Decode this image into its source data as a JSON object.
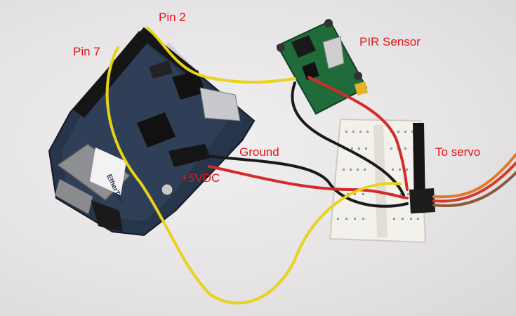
{
  "labels": {
    "pin2": "Pin 2",
    "pin7": "Pin 7",
    "pir_sensor": "PIR Sensor",
    "ground": "Ground",
    "power": "+5VDC",
    "to_servo": "To servo"
  },
  "board_marking": "EtherTen",
  "colors": {
    "label_text": "#e8141c",
    "board": "#27354a",
    "pir_board": "#1f6b3a",
    "breadboard": "#f3f1ec",
    "wire_yellow": "#e9d21a",
    "wire_red": "#d42a2a",
    "wire_black": "#1a1a1a"
  }
}
